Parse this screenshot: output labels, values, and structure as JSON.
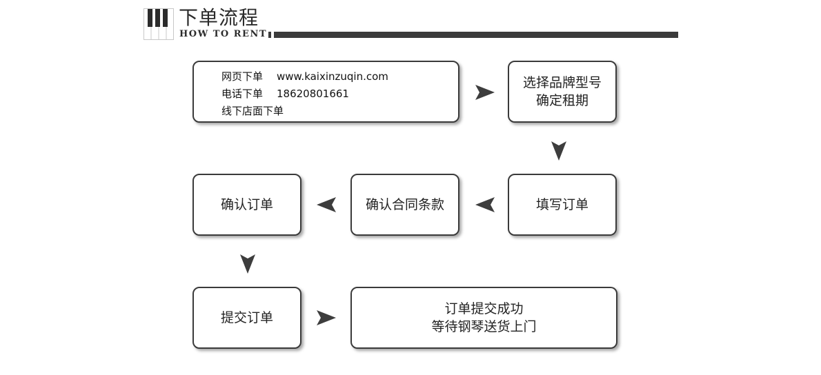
{
  "header": {
    "title": "下单流程",
    "subtitle": "HOW TO RENT",
    "logo_icon": "piano-keys-icon",
    "color": "#3b3b3b"
  },
  "steps": {
    "contact": {
      "web_label": "网页下单",
      "web_value": "www.kaixinzuqin.com",
      "phone_label": "电话下单",
      "phone_value": "18620801661",
      "store_label": "线下店面下单"
    },
    "choose": {
      "line1": "选择品牌型号",
      "line2": "确定租期"
    },
    "fill": {
      "label": "填写订单"
    },
    "confirm_terms": {
      "label": "确认合同条款"
    },
    "confirm_order": {
      "label": "确认订单"
    },
    "submit": {
      "label": "提交订单"
    },
    "success": {
      "line1": "订单提交成功",
      "line2": "等待钢琴送货上门"
    }
  },
  "arrows": [
    "right",
    "down",
    "left",
    "left",
    "down",
    "right"
  ],
  "colors": {
    "border": "#3a3a3a",
    "arrow": "#3d3d3d",
    "text": "#222222"
  }
}
